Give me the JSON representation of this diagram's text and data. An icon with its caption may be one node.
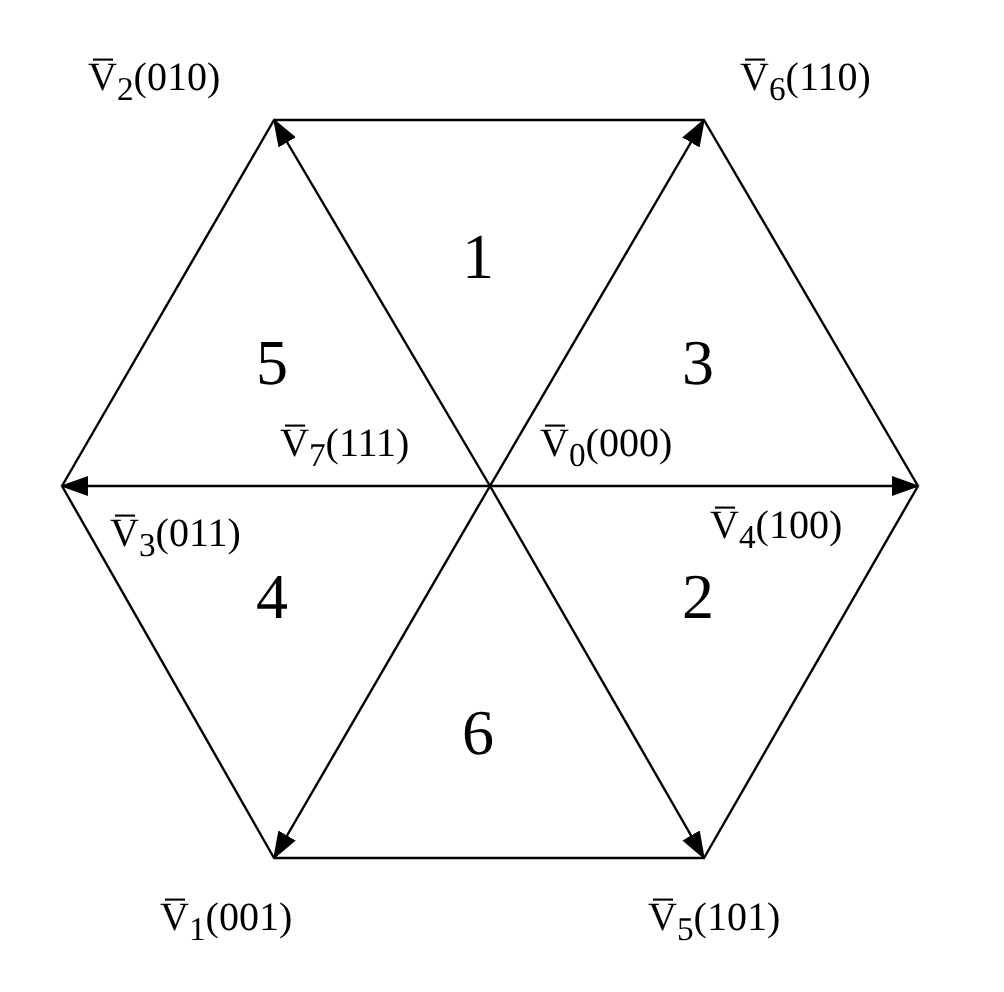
{
  "diagram": {
    "nodes": [
      {
        "text": [
          "V̅$_{7}$(111)",
          "V̅$_{0}$(000)"
        ]
      },
      {
        "text": [
          "V̅$_{2}$(010)"
        ]
      },
      {
        "text": [
          "V̅$_{6}$(110)"
        ]
      },
      {
        "text": [
          "V̅$_{3}$(011)"
        ]
      },
      {
        "text": [
          "V̅$_{4}$(100)"
        ]
      },
      {
        "text": [
          "V̅$_{1}$(001)"
        ]
      },
      {
        "text": [
          "V̅$_{5}$(101)"
        ]
      }
    ],
    "edges": [
      {
        "from": 0,
        "to": 1,
        "arrow": "to"
      },
      {
        "from": 0,
        "to": 2,
        "arrow": "to"
      },
      {
        "from": 0,
        "to": 3,
        "arrow": "to"
      },
      {
        "from": 0,
        "to": 4,
        "arrow": "to"
      },
      {
        "from": 0,
        "to": 5,
        "arrow": "to"
      },
      {
        "from": 0,
        "to": 6,
        "arrow": "to"
      },
      {
        "from": 1,
        "to": 2,
        "arrow": "none"
      },
      {
        "from": 2,
        "to": 4,
        "arrow": "none"
      },
      {
        "from": 4,
        "to": 6,
        "arrow": "none"
      },
      {
        "from": 6,
        "to": 5,
        "arrow": "none"
      },
      {
        "from": 5,
        "to": 3,
        "arrow": "none"
      },
      {
        "from": 3,
        "to": 1,
        "arrow": "none"
      }
    ],
    "labels": [
      "1",
      "5",
      "3",
      "4",
      "2",
      "6"
    ]
  }
}
